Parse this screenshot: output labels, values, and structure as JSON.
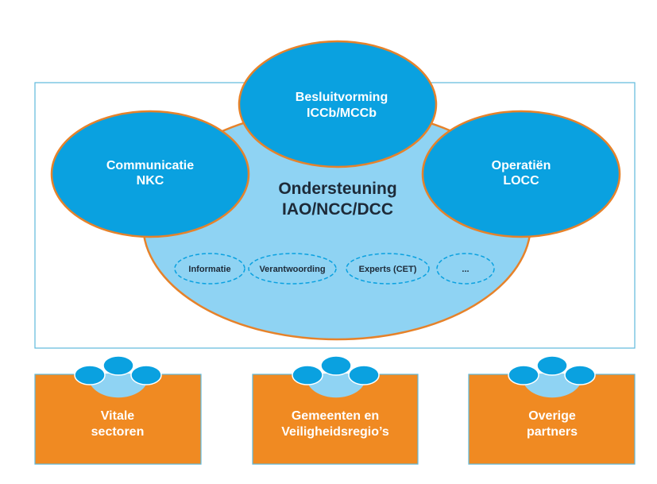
{
  "colors": {
    "frame_stroke": "#5fb9dc",
    "center_fill": "#8fd3f3",
    "primary_fill": "#0aa1e0",
    "orange_stroke": "#e6822a",
    "box_fill": "#f08a22",
    "box_stroke": "#5fb9dc",
    "dark_text": "#1d2a38"
  },
  "center": {
    "title_line1": "Ondersteuning",
    "title_line2": "IAO/NCC/DCC",
    "items": [
      "Informatie",
      "Verantwoording",
      "Experts (CET)",
      "..."
    ]
  },
  "top_circle": {
    "line1": "Besluitvorming",
    "line2": "ICCb/MCCb"
  },
  "left_circle": {
    "line1": "Communicatie",
    "line2": "NKC"
  },
  "right_circle": {
    "line1": "Operatiën",
    "line2": "LOCC"
  },
  "boxes": [
    {
      "line1": "Vitale",
      "line2": "sectoren"
    },
    {
      "line1": "Gemeenten en",
      "line2": "Veiligheidsregio’s"
    },
    {
      "line1": "Overige",
      "line2": "partners"
    }
  ]
}
